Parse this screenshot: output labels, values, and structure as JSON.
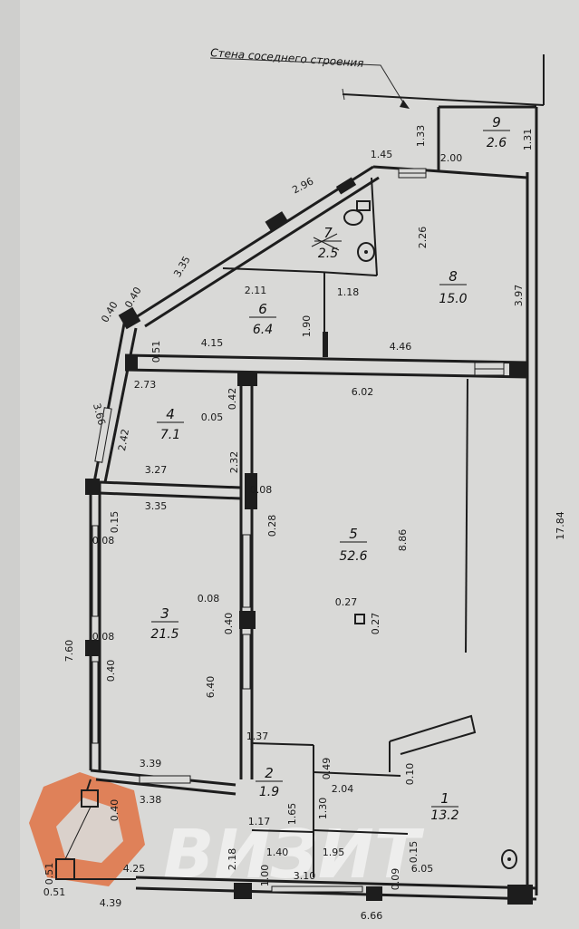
{
  "caption": "Стена соседнего строения",
  "watermark": "ВИЗИТ",
  "colors": {
    "paper": "#d9d9d7",
    "line": "#1d1d1d",
    "logo": "#e06a3a"
  },
  "rooms": [
    {
      "no": "1",
      "area": "13.2"
    },
    {
      "no": "2",
      "area": "1.9"
    },
    {
      "no": "3",
      "area": "21.5"
    },
    {
      "no": "4",
      "area": "7.1"
    },
    {
      "no": "5",
      "area": "52.6"
    },
    {
      "no": "6",
      "area": "6.4"
    },
    {
      "no": "7",
      "area": "2.5"
    },
    {
      "no": "8",
      "area": "15.0"
    },
    {
      "no": "9",
      "area": "2.6"
    }
  ],
  "dims": [
    "1.33",
    "2.00",
    "1.31",
    "1.45",
    "2.96",
    "2.26",
    "3.35",
    "2.11",
    "1.18",
    "3.97",
    "0.40",
    "0.40",
    "1.90",
    "0.51",
    "4.15",
    "4.46",
    "2.73",
    "0.42",
    "6.02",
    "0.05",
    "3.66",
    "2.42",
    "2.32",
    "3.27",
    "0.08",
    "0.15",
    "3.35",
    "0.28",
    "0.08",
    "8.86",
    "17.84",
    "0.08",
    "0.27",
    "0.27",
    "7.60",
    "0.08",
    "0.40",
    "0.40",
    "6.40",
    "1.37",
    "0.49",
    "3.39",
    "2.04",
    "0.10",
    "3.38",
    "0.40",
    "1.30",
    "1.17",
    "1.65",
    "2.18",
    "1.40",
    "1.95",
    "0.15",
    "0.51",
    "4.25",
    "1.00",
    "3.10",
    "0.09",
    "6.05",
    "0.51",
    "4.39",
    "6.66"
  ]
}
